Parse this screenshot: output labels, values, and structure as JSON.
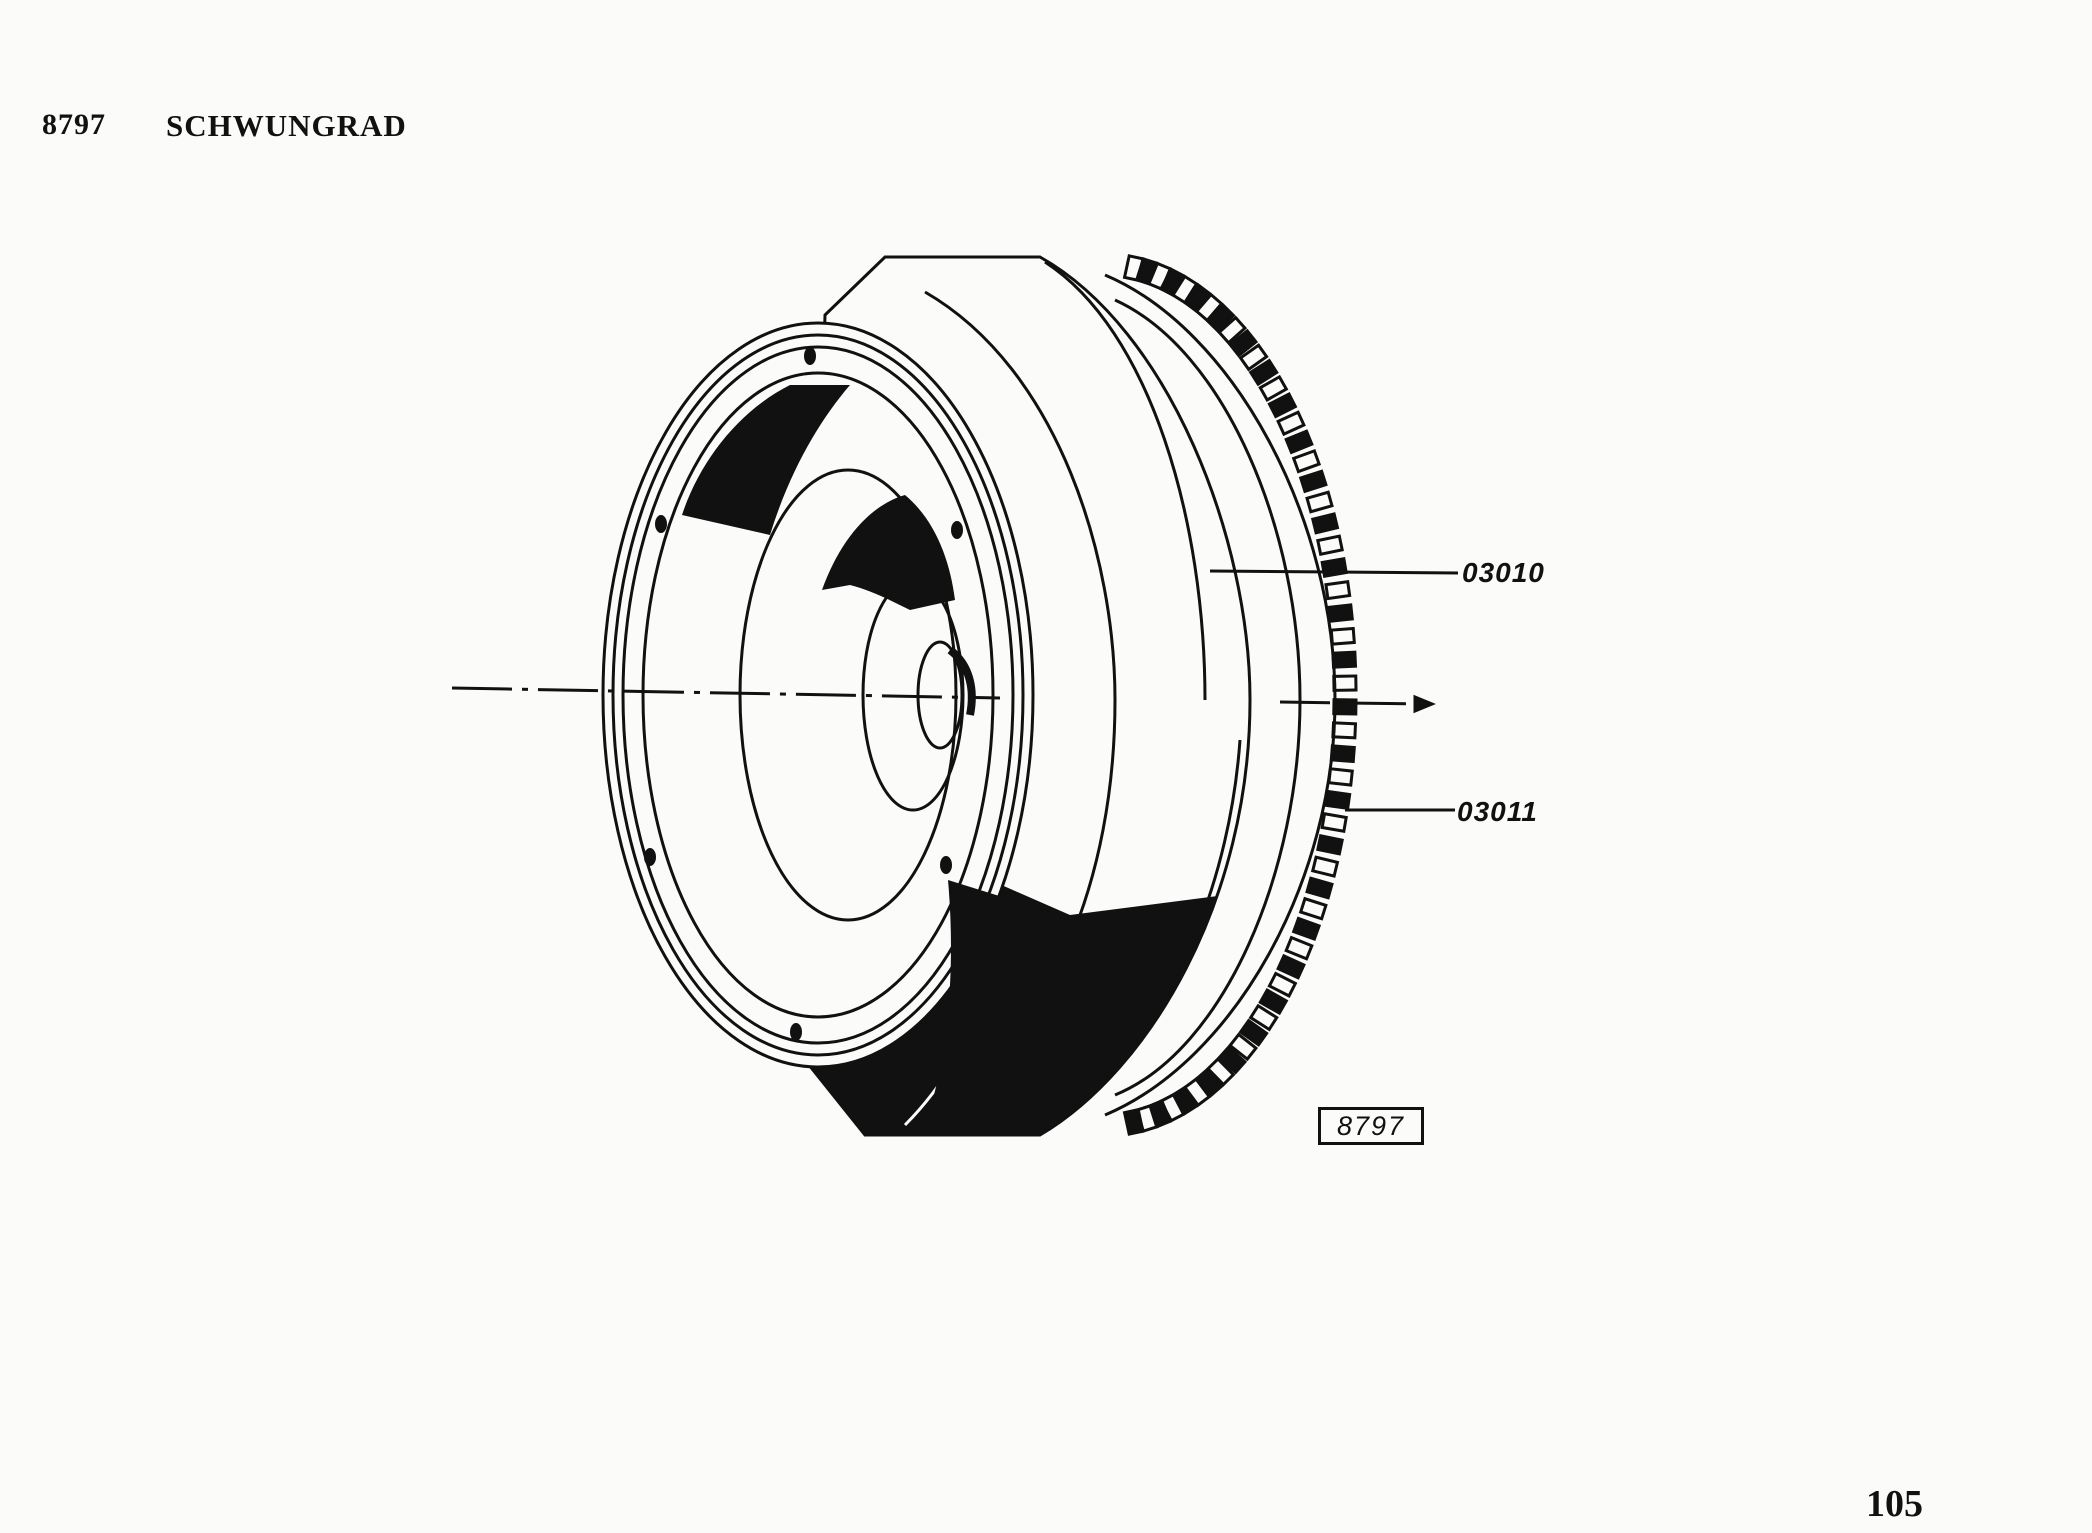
{
  "header": {
    "group_code": "8797",
    "title": "SCHWUNGRAD"
  },
  "diagram": {
    "part_labels": [
      "03010",
      "03011"
    ],
    "figure_number": "8797"
  },
  "footer": {
    "page_number": "105"
  }
}
